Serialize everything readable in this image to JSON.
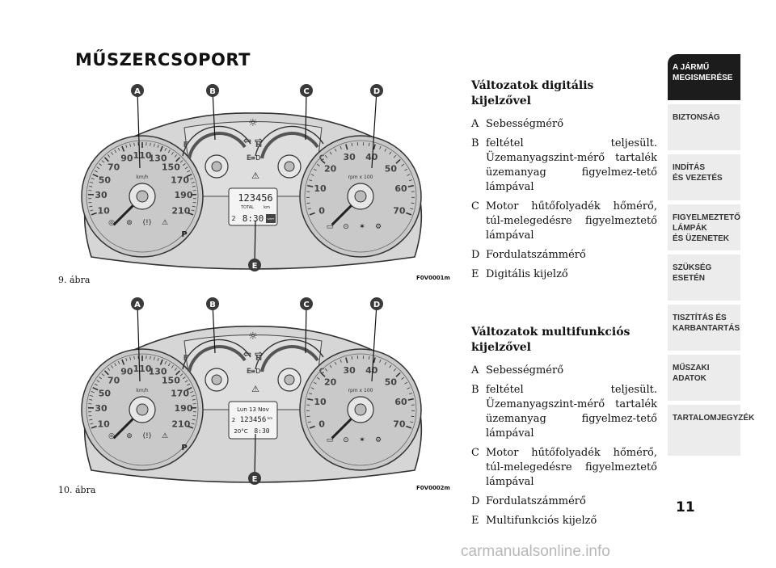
{
  "title": "MŰSZERCSOPORT",
  "figures": [
    {
      "caption": "9. ábra",
      "code": "F0V0001m",
      "odometer": "123456",
      "total_label": "TOTAL",
      "km_label": "km",
      "clock": "8:30",
      "gear": "2",
      "shift": "SHIFT"
    },
    {
      "caption": "10. ábra",
      "code": "F0V0002m",
      "date": "Lun 13 Nov",
      "odometer": "123456",
      "km_label": "km",
      "gear": "2",
      "temp": "20°C",
      "clock": "8:30"
    }
  ],
  "gauge_labels": {
    "A": "A",
    "B": "B",
    "C": "C",
    "D": "D",
    "E": "E"
  },
  "speed_ticks": [
    "10",
    "30",
    "50",
    "70",
    "90",
    "110",
    "130",
    "150",
    "170",
    "190",
    "210"
  ],
  "speed_unit": "km/h",
  "rpm_ticks": [
    "0",
    "10",
    "20",
    "30",
    "40",
    "50",
    "60",
    "70"
  ],
  "rpm_unit": "rpm x 100",
  "fuel_letters": {
    "full": "F",
    "empty": "E"
  },
  "temp_letters": {
    "hot": "H",
    "cold": "C"
  },
  "sections": [
    {
      "heading": "Változatok digitális kijelzővel",
      "items": [
        {
          "letter": "A",
          "text": "Sebességmérő"
        },
        {
          "letter": "B",
          "text": "feltétel teljesült. Üzemanyagszint-mérő tartalék üzemanyag figyelmez-tető lámpával"
        },
        {
          "letter": "C",
          "text": "Motor hűtőfolyadék hőmérő, túl-melegedésre figyelmeztető lámpával"
        },
        {
          "letter": "D",
          "text": "Fordulatszámmérő"
        },
        {
          "letter": "E",
          "text": "Digitális kijelző"
        }
      ]
    },
    {
      "heading": "Változatok multifunkciós kijelzővel",
      "items": [
        {
          "letter": "A",
          "text": "Sebességmérő"
        },
        {
          "letter": "B",
          "text": "feltétel teljesült. Üzemanyagszint-mérő tartalék üzemanyag figyelmez-tető lámpával"
        },
        {
          "letter": "C",
          "text": "Motor hűtőfolyadék hőmérő, túl-melegedésre figyelmeztető lámpával"
        },
        {
          "letter": "D",
          "text": "Fordulatszámmérő"
        },
        {
          "letter": "E",
          "text": "Multifunkciós kijelző"
        }
      ]
    }
  ],
  "sidebar": [
    {
      "label": "A JÁRMŰ\nMEGISMERÉSE",
      "active": true
    },
    {
      "label": "BIZTONSÁG",
      "active": false
    },
    {
      "label": "INDÍTÁS\nÉS VEZETÉS",
      "active": false
    },
    {
      "label": "FIGYELMEZTETŐ\nLÁMPÁK\nÉS ÜZENETEK",
      "active": false
    },
    {
      "label": "SZÜKSÉG\nESETÉN",
      "active": false
    },
    {
      "label": "TISZTÍTÁS ÉS\nKARBANTARTÁS",
      "active": false
    },
    {
      "label": "MŰSZAKI\nADATOK",
      "active": false
    },
    {
      "label": "TARTALOMJEGYZÉK",
      "active": false
    }
  ],
  "page_number": "11",
  "watermark": "carmanualsonline.info",
  "colors": {
    "callout": "#3a3a3a",
    "panel": "#d6d6d6",
    "dial": "#c9c9c9",
    "sidebar_active": "#1c1c1c",
    "sidebar": "#ececec"
  }
}
